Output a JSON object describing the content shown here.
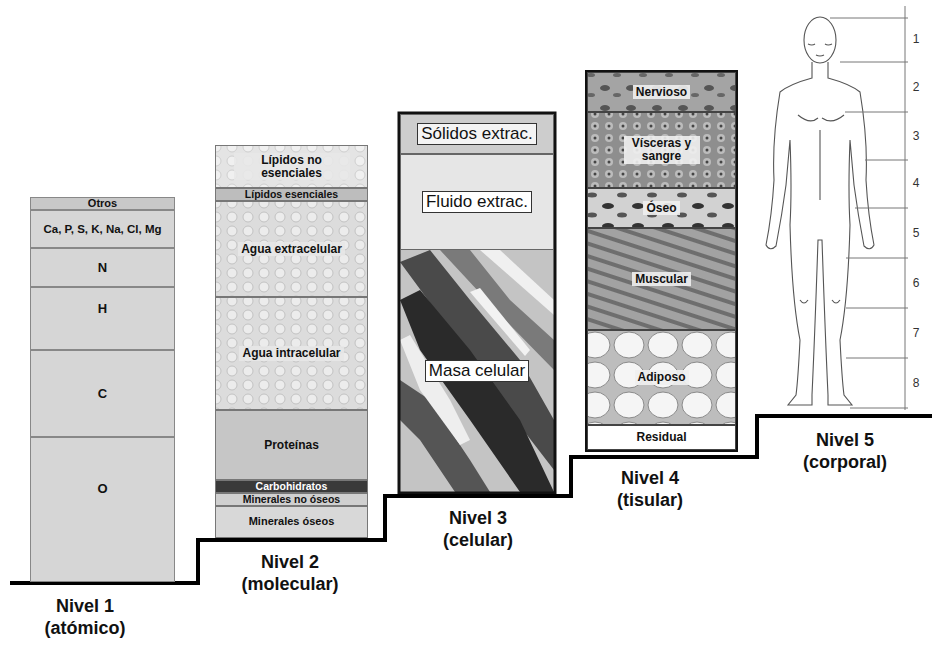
{
  "diagram": {
    "nodes": [
      {
        "text": [
          "Otros"
        ]
      },
      {
        "text": [
          "Ca, P, S, K, Na, Cl, Mg"
        ]
      },
      {
        "text": [
          "N"
        ]
      },
      {
        "text": [
          "H"
        ]
      },
      {
        "text": [
          "C"
        ]
      },
      {
        "text": [
          "O"
        ]
      },
      {
        "text": [
          "Lípidos no esenciales"
        ]
      },
      {
        "text": [
          "Lípidos esenciales"
        ]
      },
      {
        "text": [
          "Agua extracelular"
        ]
      },
      {
        "text": [
          "Agua intracelular"
        ]
      },
      {
        "text": [
          "Proteínas"
        ]
      },
      {
        "text": [
          "Carbohidratos"
        ]
      },
      {
        "text": [
          "Minerales no óseos"
        ]
      },
      {
        "text": [
          "Minerales óseos"
        ]
      },
      {
        "text": [
          "Sólidos extrac."
        ]
      },
      {
        "text": [
          "Fluido extrac."
        ]
      },
      {
        "text": [
          "Masa celular"
        ]
      },
      {
        "text": [
          "Nervioso"
        ]
      },
      {
        "text": [
          "Vísceras y sangre"
        ]
      },
      {
        "text": [
          "Óseo"
        ]
      },
      {
        "text": [
          "Muscular"
        ]
      },
      {
        "text": [
          "Adiposo"
        ]
      },
      {
        "text": [
          "Residual"
        ]
      }
    ],
    "labels": [
      "Nivel 1 (atómico)",
      "Nivel 2 (molecular)",
      "Nivel 3 (celular)",
      "Nivel 4 (tisular)",
      "Nivel 5 (corporal)",
      "1",
      "2",
      "3",
      "4",
      "5",
      "6",
      "7",
      "8"
    ]
  }
}
